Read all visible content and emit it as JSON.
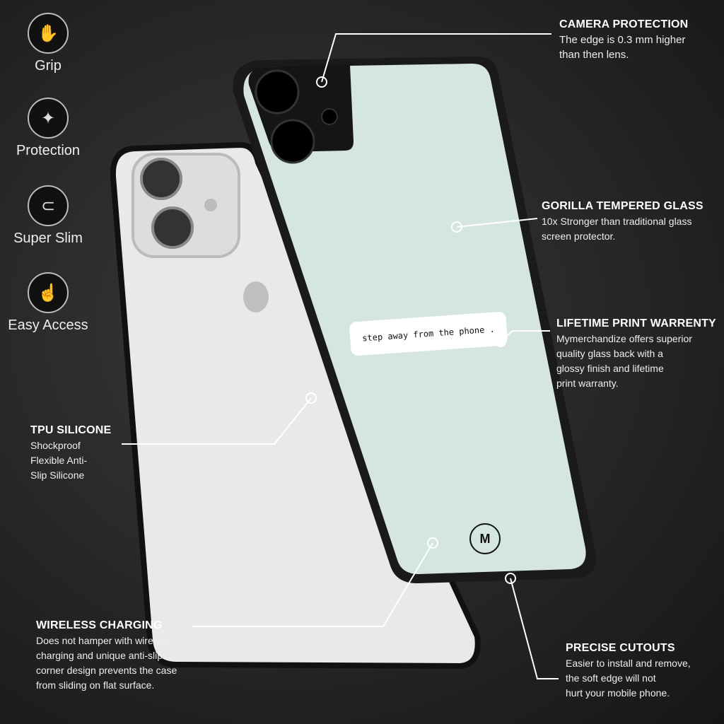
{
  "features": [
    {
      "label": "Grip",
      "icon": "grip-hand-icon"
    },
    {
      "label": "Protection",
      "icon": "protection-icon"
    },
    {
      "label": "Super Slim",
      "icon": "slim-icon"
    },
    {
      "label": "Easy Access",
      "icon": "easy-access-icon"
    }
  ],
  "annotations": {
    "camera": {
      "title": "CAMERA PROTECTION",
      "body": "The edge is 0.3 mm higher\nthan then lens."
    },
    "glass": {
      "title": "GORILLA TEMPERED GLASS",
      "body": "10x Stronger than traditional glass\nscreen protector."
    },
    "print": {
      "title": "LIFETIME PRINT WARRENTY",
      "body": "Mymerchandize offers superior\nquality glass back with a\nglossy finish and lifetime\n print warranty."
    },
    "tpu": {
      "title": "TPU SILICONE",
      "body": "Shockproof\nFlexible Anti-\nSlip Silicone"
    },
    "wireless": {
      "title": "WIRELESS CHARGING",
      "body": "Does not hamper with wireless\ncharging and unique anti-slip\ncorner design prevents the case\nfrom sliding on flat surface."
    },
    "cutouts": {
      "title": "PRECISE CUTOUTS",
      "body": "Easier to install and remove,\nthe soft edge will not\nhurt your mobile phone."
    }
  },
  "case": {
    "quote": "step away from the phone .",
    "back_color": "#d4e6df",
    "logo": "M"
  }
}
